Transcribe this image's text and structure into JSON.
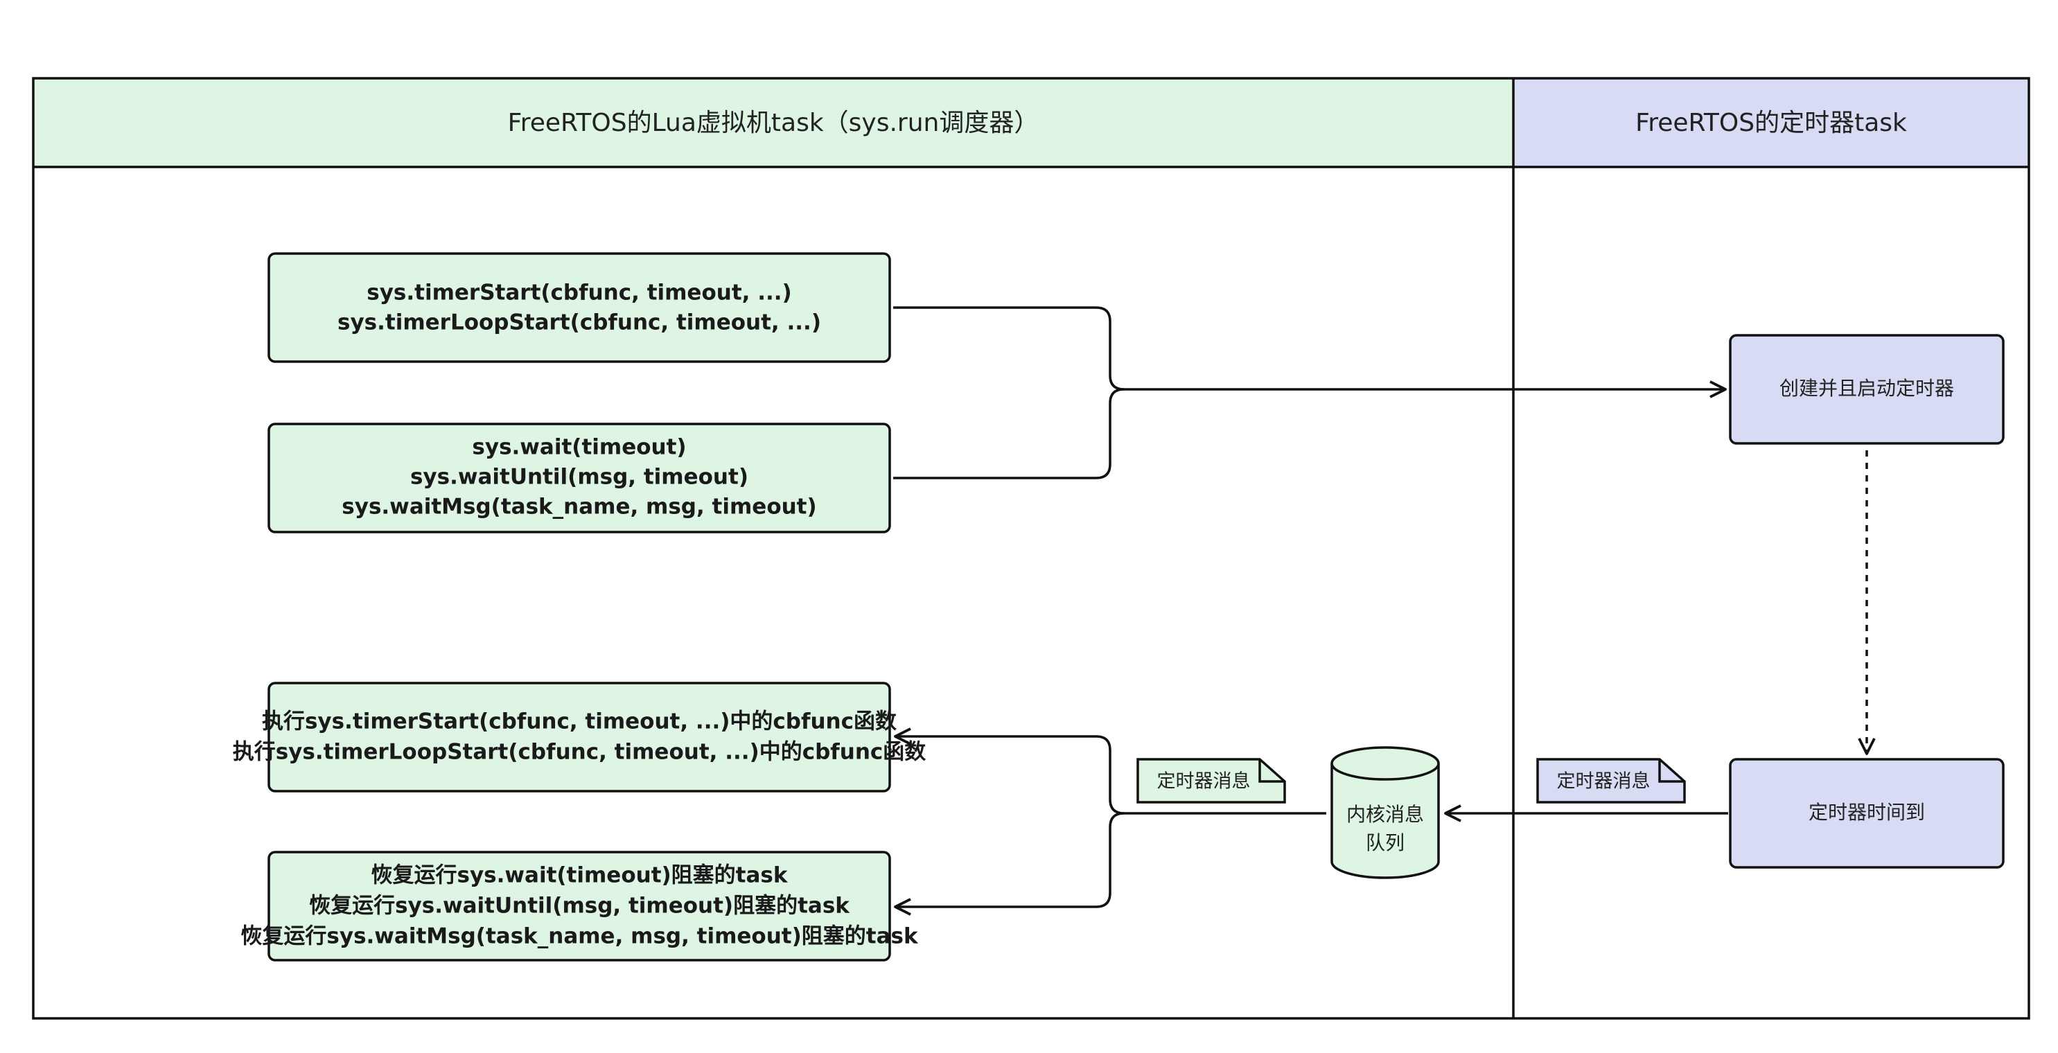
{
  "colors": {
    "lua_lane": "#dff5e4",
    "timer_lane": "#d7dcf4",
    "stroke": "#111111",
    "background": "#ffffff"
  },
  "lanes": {
    "lua_task": "FreeRTOS的Lua虚拟机task（sys.run调度器）",
    "timer_task": "FreeRTOS的定时器task"
  },
  "boxes": {
    "timer_start": {
      "lines": [
        "sys.timerStart(cbfunc, timeout, ...)",
        "sys.timerLoopStart(cbfunc, timeout, ...)"
      ]
    },
    "wait": {
      "lines": [
        "sys.wait(timeout)",
        "sys.waitUntil(msg, timeout)",
        "sys.waitMsg(task_name, msg, timeout)"
      ]
    },
    "exec_cb": {
      "lines": [
        "执行sys.timerStart(cbfunc, timeout, ...)中的cbfunc函数",
        "执行sys.timerLoopStart(cbfunc, timeout, ...)中的cbfunc函数"
      ]
    },
    "resume": {
      "lines": [
        "恢复运行sys.wait(timeout)阻塞的task",
        "恢复运行sys.waitUntil(msg, timeout)阻塞的task",
        "恢复运行sys.waitMsg(task_name, msg, timeout)阻塞的task"
      ]
    },
    "create_timer": "创建并且启动定时器",
    "timer_expire": "定时器时间到",
    "kernel_queue": {
      "lines": [
        "内核消息",
        "队列"
      ]
    }
  },
  "notes": {
    "lua_side": "定时器消息",
    "timer_side": "定时器消息"
  }
}
